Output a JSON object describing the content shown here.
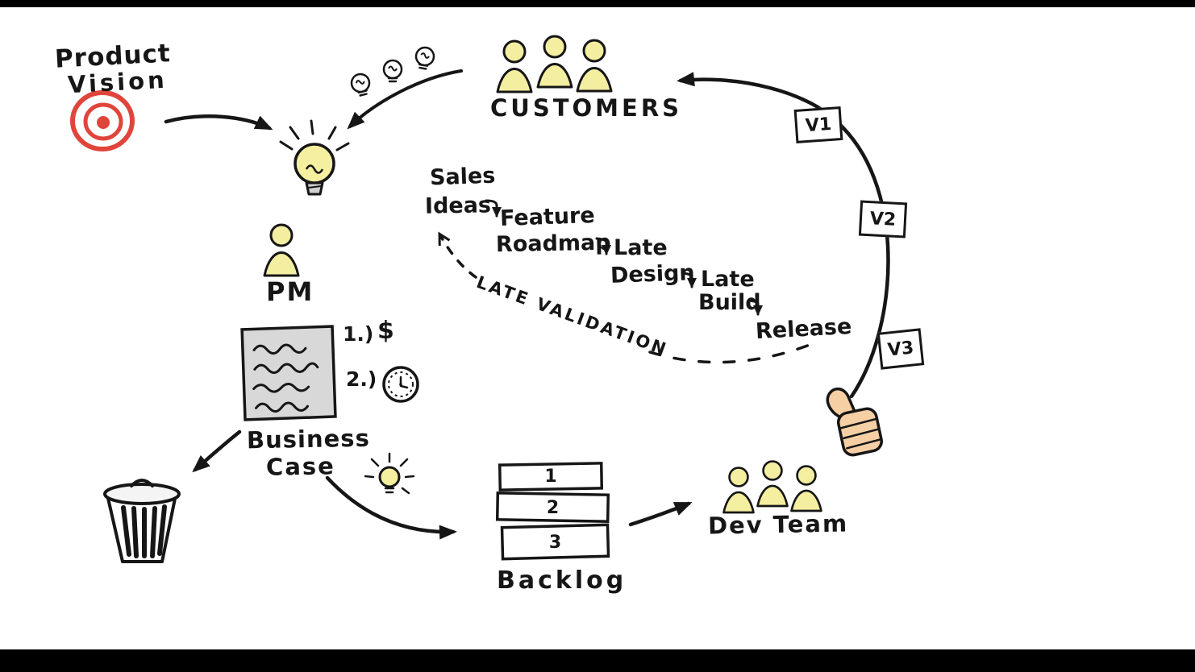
{
  "colors": {
    "ink": "#161616",
    "red": "#e0453c",
    "yellow": "#f4eea1",
    "skin": "#f6cfa4",
    "doc_gray": "#d8d8d8"
  },
  "vision": {
    "line1": "Product",
    "line2": "Vision"
  },
  "customers": {
    "label": "CUSTOMERS"
  },
  "idea_flow": {
    "sales": "Sales",
    "ideas": "Ideas",
    "feature": "Feature",
    "roadmap": "Roadmap",
    "late1": "Late",
    "design": "Design",
    "late2": "Late",
    "build": "Build",
    "release": "Release",
    "validation": "LATE VALIDATION"
  },
  "pm": {
    "label": "PM"
  },
  "business_case": {
    "line1": "Business",
    "line2": "Case",
    "note1": "1.)",
    "currency": "$",
    "note2": "2.)"
  },
  "backlog": {
    "label": "Backlog",
    "items": [
      "1",
      "2",
      "3"
    ]
  },
  "dev_team": {
    "label": "Dev Team"
  },
  "versions": {
    "v1": "V1",
    "v2": "V2",
    "v3": "V3"
  }
}
